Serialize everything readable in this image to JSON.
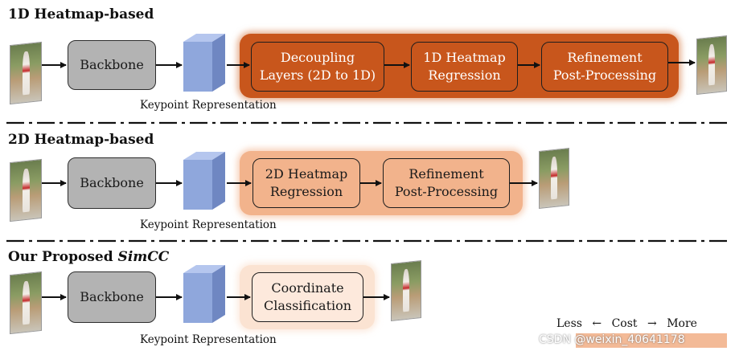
{
  "sections": [
    {
      "title": "1D Heatmap-based",
      "backbone": "Backbone",
      "keypoint_label": "Keypoint Representation",
      "stages": [
        "Decoupling\nLayers (2D to 1D)",
        "1D Heatmap\nRegression",
        "Refinement\nPost-Processing"
      ]
    },
    {
      "title": "2D Heatmap-based",
      "backbone": "Backbone",
      "keypoint_label": "Keypoint Representation",
      "stages": [
        "2D Heatmap\nRegression",
        "Refinement\nPost-Processing"
      ]
    },
    {
      "title_prefix": "Our Proposed ",
      "title_emph": "SimCC",
      "backbone": "Backbone",
      "keypoint_label": "Keypoint Representation",
      "stages": [
        "Coordinate\nClassification"
      ]
    }
  ],
  "cost_legend": {
    "less": "Less",
    "left_arrow": "←",
    "cost": "Cost",
    "right_arrow": "→",
    "more": "More"
  },
  "watermark": "CSDN @weixin_40641178",
  "colors": {
    "high_cost_panel": "#c8561c",
    "medium_cost_panel": "#f2b38c",
    "low_cost_panel": "#fbe3d2",
    "backbone_fill": "#b3b3b3",
    "feature_cube": "#8fa7dc"
  }
}
